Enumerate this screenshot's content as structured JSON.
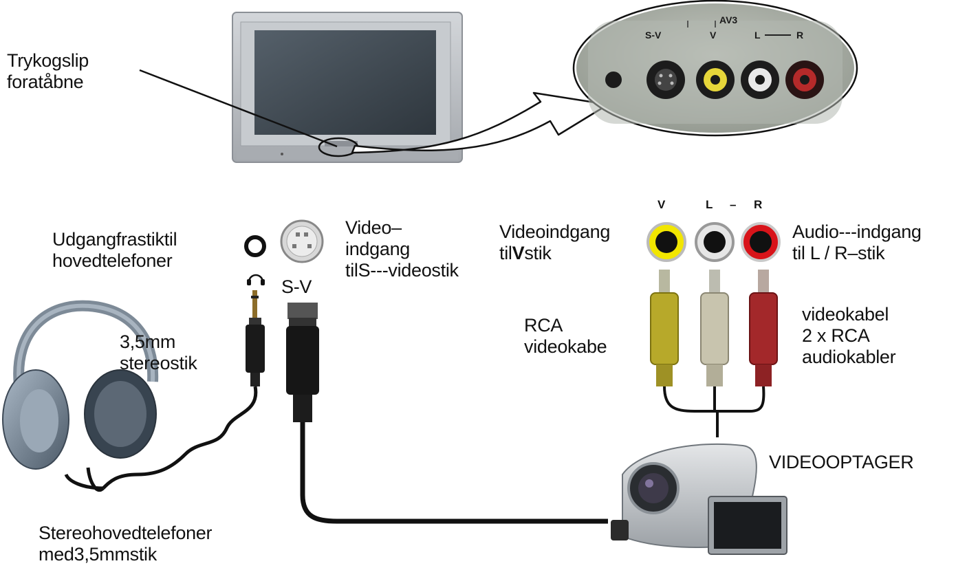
{
  "labels": {
    "press_release": {
      "line1": "Trykogslip",
      "line2": "foratåbne"
    },
    "headphone_output": {
      "line1": "Udgangfrastiktil",
      "line2": "hovedtelefoner"
    },
    "video_input_sv": {
      "line1": "Video–",
      "line2": "indgang",
      "line3": "tilS---videostik"
    },
    "sv_label": "S-V",
    "jack_35": {
      "line1": "3,5mm",
      "line2": "stereostik"
    },
    "video_input_v": {
      "line1": "Videoindgang",
      "line2_prefix": "til",
      "line2_bold": "V",
      "line2_suffix": "stik"
    },
    "audio_input": {
      "line1": "Audio---indgang",
      "line2": "til L / R–stik"
    },
    "rca_video_cable": {
      "line1": "RCA",
      "line2": "videokabe"
    },
    "cables_right": {
      "line1": "videokabel",
      "line2": "2 x RCA",
      "line3": "audiokabler"
    },
    "camcorder": "VIDEOOPTAGER",
    "headphones": {
      "line1": "Stereohovedtelefoner",
      "line2": "med3,5mmstik"
    }
  },
  "panel": {
    "header": "AV3",
    "jack_labels": [
      "S-V",
      "V",
      "L",
      "R"
    ]
  },
  "rca_header": {
    "v": "V",
    "l": "L",
    "dash": "–",
    "r": "R"
  },
  "colors": {
    "yellow": "#f2e600",
    "white": "#e6e6e6",
    "red": "#d8141a",
    "black": "#111111",
    "tv_frame": "#b8bcc2",
    "tv_screen": "#3d4750",
    "panel_bg": "#a9aea6"
  }
}
